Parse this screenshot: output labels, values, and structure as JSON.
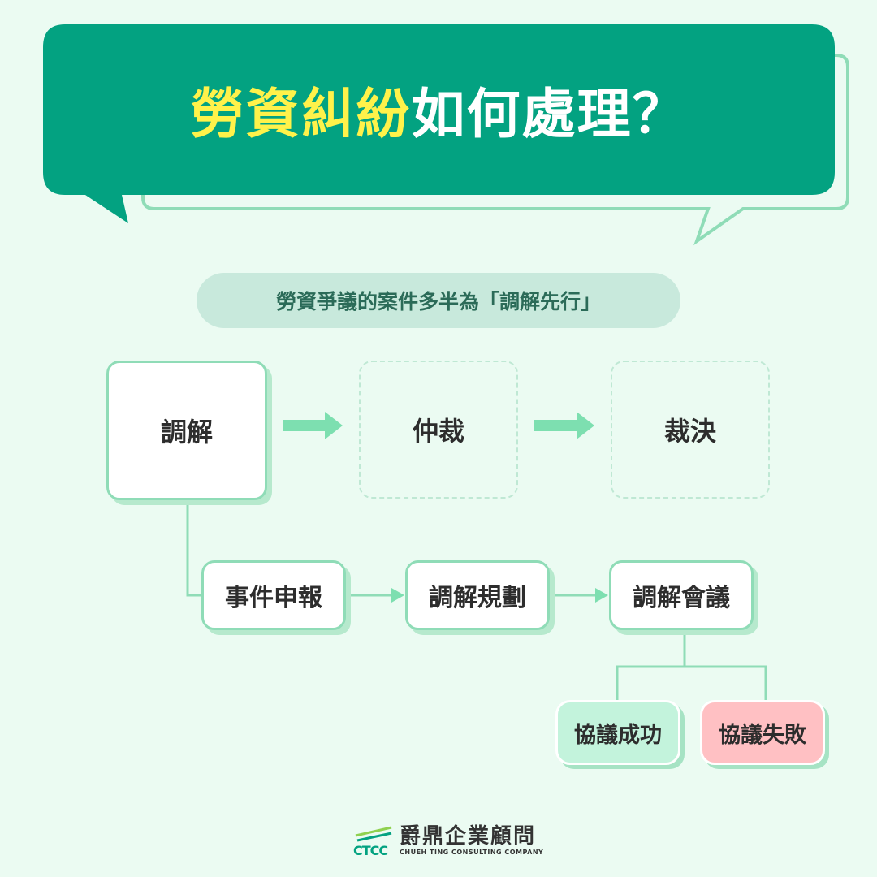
{
  "header": {
    "title_highlight": "勞資糾紛",
    "title_rest": "如何處理？"
  },
  "subtitle": "勞資爭議的案件多半為「調解先行」",
  "flow_top": {
    "step1": "調解",
    "step2": "仲裁",
    "step3": "裁決"
  },
  "flow_sub": {
    "step1": "事件申報",
    "step2": "調解規劃",
    "step3": "調解會議"
  },
  "outcomes": {
    "success": "協議成功",
    "failure": "協議失敗"
  },
  "footer": {
    "company_cn": "爵鼎企業顧問",
    "company_en": "CHUEH TING CONSULTING COMPANY",
    "logo_letters": "CTCC"
  },
  "colors": {
    "background": "#ebfbf2",
    "header_green": "#03a281",
    "highlight_yellow": "#fff24a",
    "arrow_green": "#7ddfb0",
    "success_fill": "#c3f3dc",
    "failure_fill": "#ffc0c3"
  }
}
